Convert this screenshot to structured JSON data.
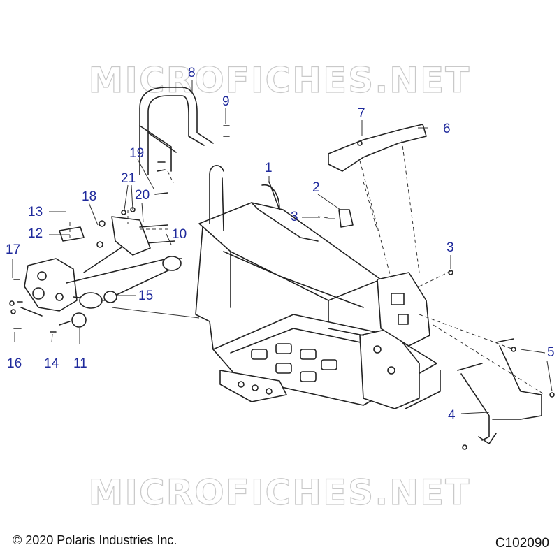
{
  "watermark": "MICROFICHES.NET",
  "copyright": "© 2020 Polaris Industries Inc.",
  "drawing_code": "C102090",
  "callouts": [
    "1",
    "2",
    "3",
    "3",
    "4",
    "5",
    "6",
    "7",
    "8",
    "9",
    "10",
    "11",
    "12",
    "13",
    "14",
    "15",
    "16",
    "17",
    "18",
    "19",
    "20",
    "21"
  ]
}
